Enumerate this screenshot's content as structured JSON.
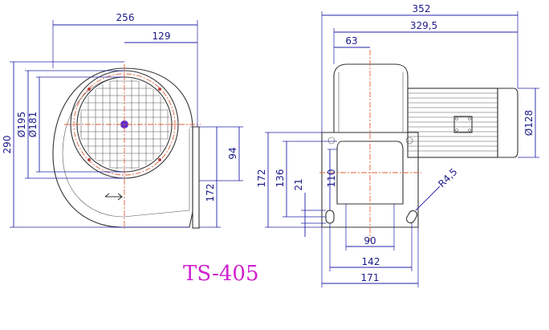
{
  "model": "TS-405",
  "colors": {
    "dimension": "#2020a8",
    "centerline": "#e0603a",
    "hub": "#5a2ad0",
    "model_text": "#d020d0",
    "outline": "#333333"
  },
  "front_view": {
    "overall_width": "256",
    "center_to_outlet": "129",
    "overall_height": "290",
    "outer_diameter": "Ø195",
    "inner_diameter": "Ø181",
    "outlet_height": "94",
    "lower_height": "172"
  },
  "side_view": {
    "overall_length": "352",
    "motor_length": "329,5",
    "flange_offset": "63",
    "motor_diameter": "Ø128",
    "base_height": "172",
    "opening_height": "136",
    "slot_height": "110",
    "slot_offset": "21",
    "fillet_radius": "R4,5",
    "opening_width": "90",
    "hole_spacing": "142",
    "base_width": "171"
  }
}
